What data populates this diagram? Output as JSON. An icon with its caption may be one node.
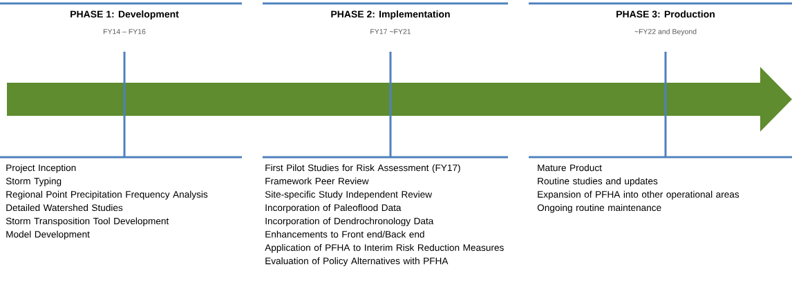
{
  "diagram": {
    "nodes": [
      {
        "text": [
          "PHASE 1: Development",
          "FY14 – FY16"
        ],
        "beside": [
          "Project Inception",
          "Storm Typing",
          "Regional Point Precipitation Frequency Analysis",
          "Detailed Watershed Studies",
          "Storm Transposition Tool Development",
          "Model Development"
        ]
      },
      {
        "text": [
          "PHASE 2: Implementation",
          "FY17 ~FY21"
        ],
        "beside": [
          "First Pilot Studies for Risk Assessment (FY17)",
          "Framework Peer Review",
          "Site-specific Study Independent Review",
          "Incorporation of Paleoflood Data",
          "Incorporation of Dendrochronology Data",
          "Enhancements to Front end/Back end",
          "Application of PFHA to Interim Risk Reduction Measures",
          "Evaluation of Policy Alternatives with PFHA"
        ]
      },
      {
        "text": [
          "PHASE 3: Production",
          "~FY22 and Beyond"
        ],
        "beside": [
          "Mature Product",
          "Routine studies and updates",
          "Expansion of PFHA into other operational areas",
          "Ongoing routine maintenance"
        ]
      }
    ]
  }
}
